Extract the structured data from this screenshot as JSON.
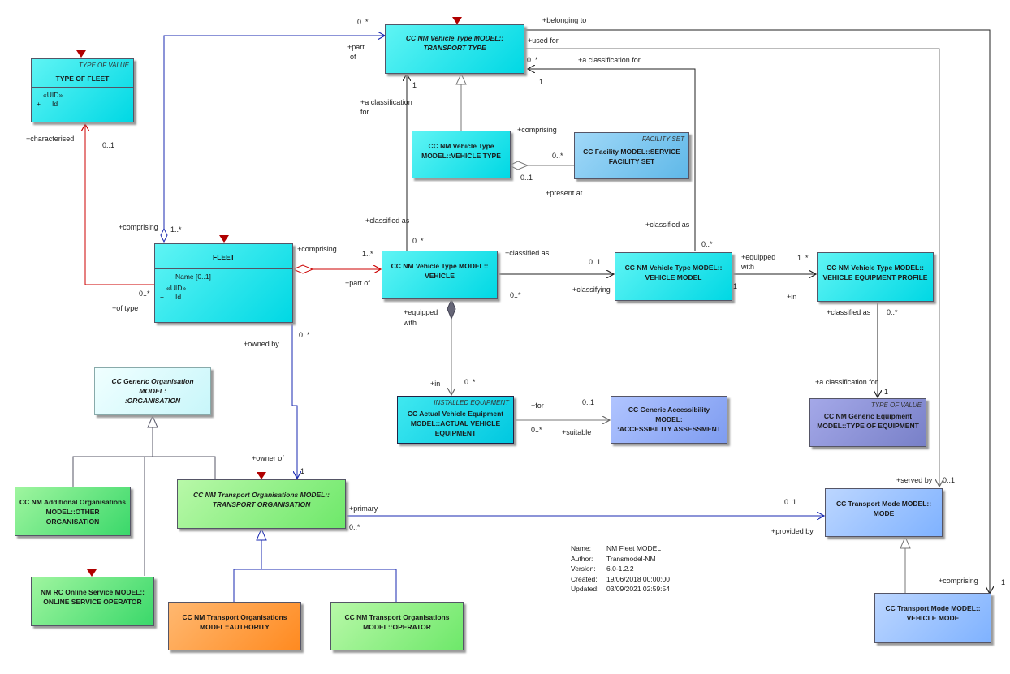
{
  "diagram_info": {
    "name_key": "Name:",
    "name": "NM Fleet MODEL",
    "author_key": "Author:",
    "author": "Transmodel-NM",
    "version_key": "Version:",
    "version": "6.0-1.2.2",
    "created_key": "Created:",
    "created": "19/06/2018 00:00:00",
    "updated_key": "Updated:",
    "updated": "03/09/2021 02:59:54"
  },
  "classes": {
    "transport_type": {
      "line1": "CC NM Vehicle Type MODEL::",
      "line2": "TRANSPORT TYPE"
    },
    "type_of_fleet": {
      "stereotype": "TYPE OF VALUE",
      "name": "TYPE OF FLEET",
      "uid": "«UID»",
      "vis": "+",
      "attr": "Id"
    },
    "vehicle_type": {
      "line1": "CC NM Vehicle Type",
      "line2": "MODEL::VEHICLE TYPE"
    },
    "service_facility_set": {
      "stereotype": "FACILITY SET",
      "line1": "CC Facility MODEL::SERVICE",
      "line2": "FACILITY SET"
    },
    "fleet": {
      "name": "FLEET",
      "vis1": "+",
      "attr1": "Name [0..1]",
      "uid": "«UID»",
      "vis2": "+",
      "attr2": "Id"
    },
    "vehicle": {
      "line1": "CC NM Vehicle Type MODEL::",
      "line2": "VEHICLE"
    },
    "vehicle_model": {
      "line1": "CC NM Vehicle Type MODEL::",
      "line2": "VEHICLE MODEL"
    },
    "vehicle_equipment_profile": {
      "line1": "CC NM Vehicle Type MODEL::",
      "line2": "VEHICLE EQUIPMENT PROFILE"
    },
    "organisation": {
      "line1": "CC Generic Organisation MODEL:",
      "line2": ":ORGANISATION"
    },
    "actual_vehicle_equipment": {
      "stereotype": "INSTALLED EQUIPMENT",
      "line1": "CC Actual Vehicle Equipment",
      "line2": "MODEL::ACTUAL VEHICLE",
      "line3": "EQUIPMENT"
    },
    "accessibility_assessment": {
      "line1": "CC Generic Accessibility MODEL:",
      "line2": ":ACCESSIBILITY ASSESSMENT"
    },
    "type_of_equipment": {
      "stereotype": "TYPE OF VALUE",
      "line1": "CC NM Generic Equipment",
      "line2": "MODEL::TYPE OF EQUIPMENT"
    },
    "other_organisation": {
      "line1": "CC NM Additional Organisations",
      "line2": "MODEL::OTHER ORGANISATION"
    },
    "transport_organisation": {
      "line1": "CC NM Transport Organisations MODEL::",
      "line2": "TRANSPORT ORGANISATION"
    },
    "mode": {
      "line1": "CC Transport Mode MODEL::",
      "line2": "MODE"
    },
    "online_service_operator": {
      "line1": "NM RC Online Service MODEL::",
      "line2": "ONLINE SERVICE OPERATOR"
    },
    "authority": {
      "line1": "CC NM Transport Organisations",
      "line2": "MODEL::AUTHORITY"
    },
    "operator": {
      "line1": "CC NM Transport Organisations",
      "line2": "MODEL::OPERATOR"
    },
    "vehicle_mode": {
      "line1": "CC Transport Mode MODEL::",
      "line2": "VEHICLE MODE"
    }
  },
  "labels": {
    "tt_mult_0n_top": "0..*",
    "belonging_to": "+belonging to",
    "used_for": "+used for",
    "part_of_1": "+part",
    "part_of_2": "of",
    "tt_0n": "0..*",
    "a_classification_for_top": "+a classification for",
    "tt_1_right": "1",
    "tt_1_left": "1",
    "a_class_for_1": "+a classification",
    "a_class_for_2": "for",
    "characterised": "+characterised",
    "tof_01": "0..1",
    "comprising_vt": "+comprising",
    "sfs_0n": "0..*",
    "vt_01": "0..1",
    "present_at": "+present at",
    "classified_as_vm": "+classified as",
    "classified_as_v": "+classified as",
    "comprising_fleet_tt": "+comprising",
    "fleet_1n": "1..*",
    "fleet_comprising": "+comprising",
    "veh_1n": "1..*",
    "part_of_v": "+part of",
    "fleet_0n": "0..*",
    "of_type": "+of type",
    "veh_0n_top": "0..*",
    "vm_0n_top": "0..*",
    "classified_as_vveh": "+classified as",
    "vm_01": "0..1",
    "classifying": "+classifying",
    "veh_0n_right": "0..*",
    "equipped_with_1": "+equipped",
    "equipped_with_2": "with",
    "vep_1n": "1..*",
    "vm_1": "1",
    "vm_in": "+in",
    "equipped_with_v1": "+equipped",
    "equipped_with_v2": "with",
    "owned_by": "+owned by",
    "fleet_0n_owned": "0..*",
    "in_ave": "+in",
    "ave_0n": "0..*",
    "for": "+for",
    "aa_01": "0..1",
    "ave_0n_right": "0..*",
    "suitable": "+suitable",
    "vep_classified_as": "+classified as",
    "vep_0n": "0..*",
    "a_classification_for_toe": "+a classification for",
    "toe_1": "1",
    "owner_of": "+owner of",
    "to_1": "1",
    "primary": "+primary",
    "to_0n": "0..*",
    "mode_01": "0..1",
    "provided_by": "+provided by",
    "served_by": "+served by",
    "mode_01_right": "0..1",
    "comprising_vmode": "+comprising",
    "vmode_1": "1"
  }
}
